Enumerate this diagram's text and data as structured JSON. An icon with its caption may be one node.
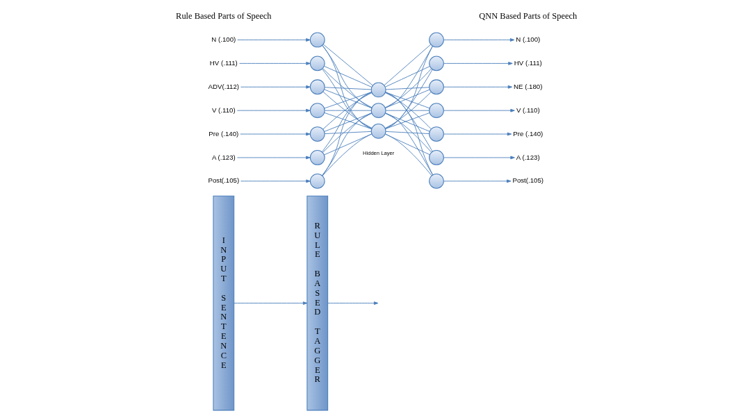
{
  "diagram": {
    "nodes": [
      {
        "text": [
          "INPUT SENTENCE"
        ]
      },
      {
        "text": [
          "RULE BASED TAGGER"
        ]
      },
      {
        "text": [
          "N (.100)"
        ]
      },
      {
        "text": [
          "HV (.111)"
        ]
      },
      {
        "text": [
          "ADV(.112)"
        ]
      },
      {
        "text": [
          "V (.110)"
        ]
      },
      {
        "text": [
          "Pre (.140)"
        ]
      },
      {
        "text": [
          "A (.123)"
        ]
      },
      {
        "text": [
          "Post(.105)"
        ]
      },
      {
        "text": [],
        "shape": "circle"
      },
      {
        "text": [],
        "shape": "circle"
      },
      {
        "text": [],
        "shape": "circle"
      },
      {
        "text": [],
        "shape": "circle"
      },
      {
        "text": [],
        "shape": "circle"
      },
      {
        "text": [],
        "shape": "circle"
      },
      {
        "text": [],
        "shape": "circle"
      },
      {
        "text": [],
        "shape": "circle"
      },
      {
        "text": [],
        "shape": "circle"
      },
      {
        "text": [],
        "shape": "circle"
      },
      {
        "text": [],
        "shape": "circle"
      },
      {
        "text": [],
        "shape": "circle"
      },
      {
        "text": [],
        "shape": "circle"
      },
      {
        "text": [],
        "shape": "circle"
      },
      {
        "text": [],
        "shape": "circle"
      },
      {
        "text": [],
        "shape": "circle"
      },
      {
        "text": [],
        "shape": "circle"
      },
      {
        "text": [
          "N (.100)"
        ]
      },
      {
        "text": [
          "HV (.111)"
        ]
      },
      {
        "text": [
          "NE (.180)"
        ]
      },
      {
        "text": [
          "V (.110)"
        ]
      },
      {
        "text": [
          "Pre (.140)"
        ]
      },
      {
        "text": [
          "A (.123)"
        ]
      },
      {
        "text": [
          "Post(.105)"
        ]
      }
    ],
    "edges": [
      {
        "from": 0,
        "to": 1,
        "arrow": "to"
      },
      {
        "from": 1,
        "to": null,
        "arrow": "to"
      },
      {
        "from": 2,
        "to": 9,
        "arrow": "to"
      },
      {
        "from": 3,
        "to": 10,
        "arrow": "to"
      },
      {
        "from": 4,
        "to": 11,
        "arrow": "to"
      },
      {
        "from": 5,
        "to": 12,
        "arrow": "to"
      },
      {
        "from": 6,
        "to": 13,
        "arrow": "to"
      },
      {
        "from": 7,
        "to": 14,
        "arrow": "to"
      },
      {
        "from": 8,
        "to": 15,
        "arrow": "to"
      },
      {
        "from": 9,
        "to": 16,
        "arrow": "none"
      },
      {
        "from": 9,
        "to": 17,
        "arrow": "none"
      },
      {
        "from": 9,
        "to": 18,
        "arrow": "none"
      },
      {
        "from": 10,
        "to": 16,
        "arrow": "none"
      },
      {
        "from": 10,
        "to": 17,
        "arrow": "none"
      },
      {
        "from": 10,
        "to": 18,
        "arrow": "none"
      },
      {
        "from": 11,
        "to": 16,
        "arrow": "none"
      },
      {
        "from": 11,
        "to": 17,
        "arrow": "none"
      },
      {
        "from": 11,
        "to": 18,
        "arrow": "none"
      },
      {
        "from": 12,
        "to": 16,
        "arrow": "none"
      },
      {
        "from": 12,
        "to": 17,
        "arrow": "none"
      },
      {
        "from": 12,
        "to": 18,
        "arrow": "none"
      },
      {
        "from": 13,
        "to": 16,
        "arrow": "none"
      },
      {
        "from": 13,
        "to": 17,
        "arrow": "none"
      },
      {
        "from": 13,
        "to": 18,
        "arrow": "none"
      },
      {
        "from": 14,
        "to": 16,
        "arrow": "none"
      },
      {
        "from": 14,
        "to": 17,
        "arrow": "none"
      },
      {
        "from": 14,
        "to": 18,
        "arrow": "none"
      },
      {
        "from": 15,
        "to": 16,
        "arrow": "none"
      },
      {
        "from": 15,
        "to": 17,
        "arrow": "none"
      },
      {
        "from": 15,
        "to": 18,
        "arrow": "none"
      },
      {
        "from": 16,
        "to": 19,
        "arrow": "none"
      },
      {
        "from": 16,
        "to": 20,
        "arrow": "none"
      },
      {
        "from": 16,
        "to": 21,
        "arrow": "none"
      },
      {
        "from": 16,
        "to": 22,
        "arrow": "none"
      },
      {
        "from": 16,
        "to": 23,
        "arrow": "none"
      },
      {
        "from": 16,
        "to": 24,
        "arrow": "none"
      },
      {
        "from": 16,
        "to": 25,
        "arrow": "none"
      },
      {
        "from": 17,
        "to": 19,
        "arrow": "none"
      },
      {
        "from": 17,
        "to": 20,
        "arrow": "none"
      },
      {
        "from": 17,
        "to": 21,
        "arrow": "none"
      },
      {
        "from": 17,
        "to": 22,
        "arrow": "none"
      },
      {
        "from": 17,
        "to": 23,
        "arrow": "none"
      },
      {
        "from": 17,
        "to": 24,
        "arrow": "none"
      },
      {
        "from": 17,
        "to": 25,
        "arrow": "none"
      },
      {
        "from": 18,
        "to": 19,
        "arrow": "none"
      },
      {
        "from": 18,
        "to": 20,
        "arrow": "none"
      },
      {
        "from": 18,
        "to": 21,
        "arrow": "none"
      },
      {
        "from": 18,
        "to": 22,
        "arrow": "none"
      },
      {
        "from": 18,
        "to": 23,
        "arrow": "none"
      },
      {
        "from": 18,
        "to": 24,
        "arrow": "none"
      },
      {
        "from": 18,
        "to": 25,
        "arrow": "none"
      },
      {
        "from": 19,
        "to": 26,
        "arrow": "to"
      },
      {
        "from": 20,
        "to": 27,
        "arrow": "to"
      },
      {
        "from": 21,
        "to": 28,
        "arrow": "to"
      },
      {
        "from": 22,
        "to": 29,
        "arrow": "to"
      },
      {
        "from": 23,
        "to": 30,
        "arrow": "to"
      },
      {
        "from": 24,
        "to": 31,
        "arrow": "to"
      },
      {
        "from": 25,
        "to": 32,
        "arrow": "to"
      }
    ],
    "labels": [
      "Rule Based Parts of Speech",
      "QNN Based Parts of Speech",
      "Hidden Layer"
    ]
  }
}
